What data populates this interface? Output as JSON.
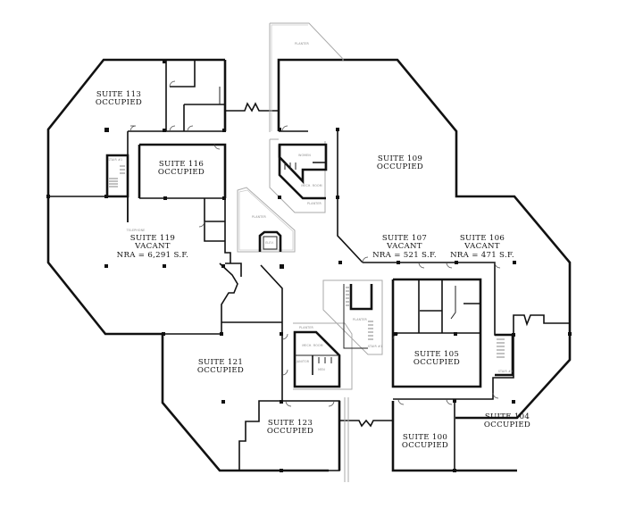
{
  "floor_plan": {
    "title": "",
    "suites": [
      {
        "id": "113",
        "name": "SUITE 113",
        "status": "OCCUPIED",
        "nra": ""
      },
      {
        "id": "116",
        "name": "SUITE 116",
        "status": "OCCUPIED",
        "nra": ""
      },
      {
        "id": "119",
        "name": "SUITE 119",
        "status": "VACANT",
        "nra": "NRA = 6,291 S.F."
      },
      {
        "id": "109",
        "name": "SUITE 109",
        "status": "OCCUPIED",
        "nra": ""
      },
      {
        "id": "107",
        "name": "SUITE 107",
        "status": "VACANT",
        "nra": "NRA = 521 S.F."
      },
      {
        "id": "106",
        "name": "SUITE 106",
        "status": "VACANT",
        "nra": "NRA = 471 S.F."
      },
      {
        "id": "105",
        "name": "SUITE 105",
        "status": "OCCUPIED",
        "nra": ""
      },
      {
        "id": "121",
        "name": "SUITE 121",
        "status": "OCCUPIED",
        "nra": ""
      },
      {
        "id": "123",
        "name": "SUITE 123",
        "status": "OCCUPIED",
        "nra": ""
      },
      {
        "id": "100",
        "name": "SUITE 100",
        "status": "OCCUPIED",
        "nra": ""
      },
      {
        "id": "104",
        "name": "SUITE 104",
        "status": "OCCUPIED",
        "nra": ""
      }
    ],
    "annotations": {
      "planter_top": "PLANTER",
      "planter_center": "PLANTER",
      "planter_restroom_top": "PLANTER",
      "planter_restroom_bottom": "PLANTER",
      "planter_stair": "PLANTER",
      "women": "WOMEN",
      "men": "MEN",
      "mech_room_top": "MECH. ROOM",
      "mech_room_bottom": "MECH. ROOM",
      "janitor": "JANITOR",
      "elevator": "ELEV.",
      "stair_1_left": "STAIR #1",
      "stair_1_center": "STAIR #1",
      "stair_2": "STAIR #2",
      "telephone": "TELEPHONE"
    }
  }
}
